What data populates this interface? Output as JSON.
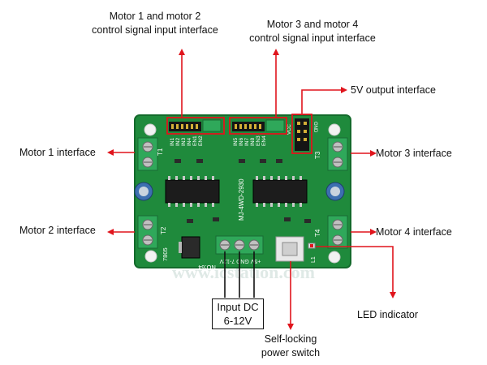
{
  "labels": {
    "motor12_signal": [
      "Motor 1 and motor 2",
      "control signal input interface"
    ],
    "motor34_signal": [
      "Motor 3 and motor 4",
      "control signal input interface"
    ],
    "output_5v": "5V output interface",
    "motor1": "Motor 1 interface",
    "motor2": "Motor 2 interface",
    "motor3": "Motor 3 interface",
    "motor4": "Motor 4 interface",
    "input_dc": [
      "Input DC",
      "6-12V"
    ],
    "led": "LED indicator",
    "power_switch": [
      "Self-locking",
      "power switch"
    ]
  },
  "board": {
    "model": "MJ-4WD-2930",
    "header_left_pins": [
      "IN1",
      "IN2",
      "IN3",
      "IN4",
      "EN1",
      "EN2"
    ],
    "header_right_pins": [
      "IN5",
      "IN6",
      "IN7",
      "IN8",
      "EN3",
      "EN4"
    ],
    "power_terminal_text": "+5V GND 7-12V",
    "regulator_text": "7805",
    "board_number": "NO:64",
    "terminal_labels": [
      "T1",
      "T2",
      "T3",
      "T4"
    ],
    "header_5v": [
      "VCC",
      "GND"
    ],
    "led_label": "L1"
  },
  "watermark": "www.icstation.com",
  "colors": {
    "arrow": "#e0141c",
    "board": "#1f8a3c",
    "board_dark": "#146a2c",
    "terminal": "#2fa85a",
    "chip": "#1c1c1c",
    "highlight_box": "#e0141c"
  }
}
